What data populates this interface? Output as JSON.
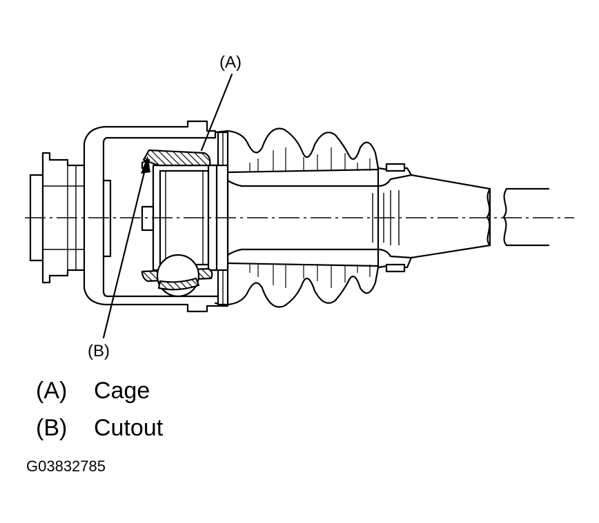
{
  "callouts": {
    "a": "(A)",
    "b": "(B)"
  },
  "legend": [
    {
      "key": "(A)",
      "label": "Cage"
    },
    {
      "key": "(B)",
      "label": "Cutout"
    }
  ],
  "figure_code": "G03832785"
}
